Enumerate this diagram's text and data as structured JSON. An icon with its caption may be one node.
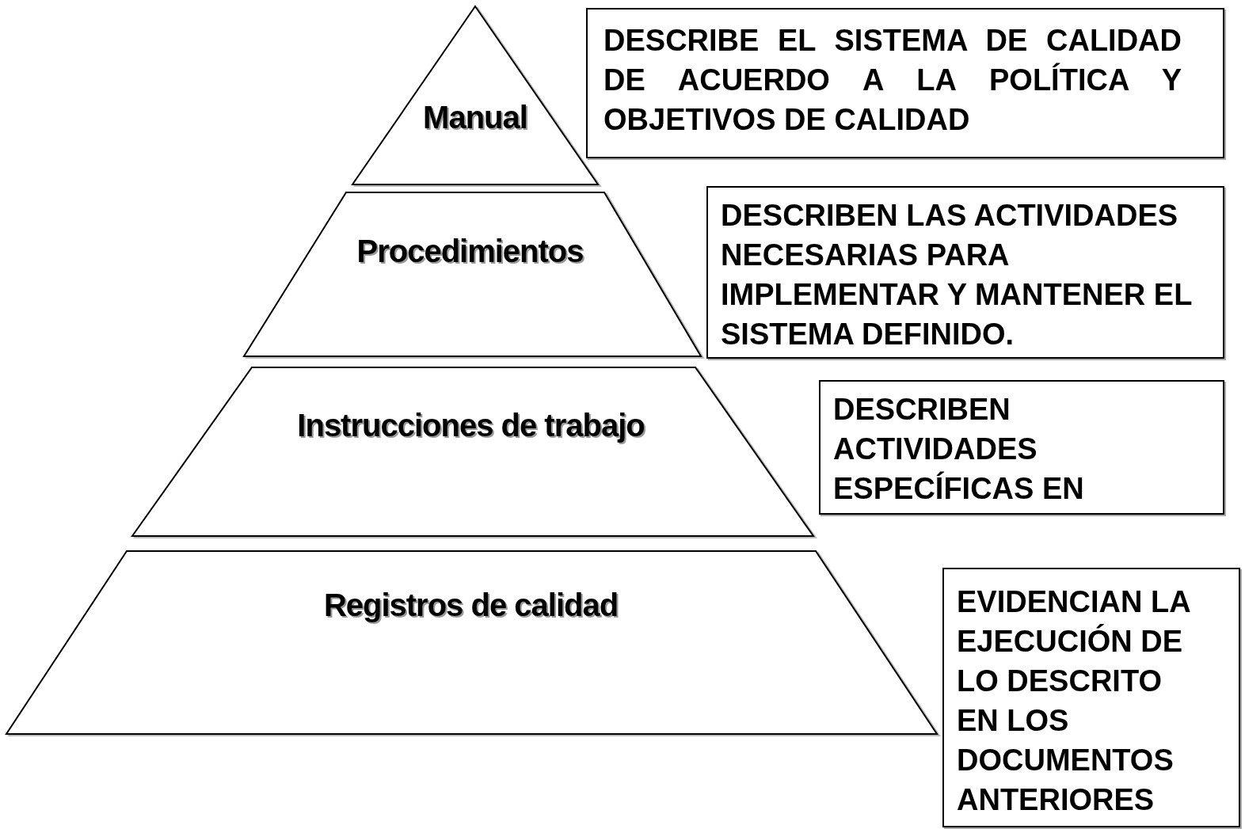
{
  "diagram": {
    "nodes": [
      {
        "text": [
          "Manual"
        ]
      },
      {
        "text": [
          "Procedimientos"
        ]
      },
      {
        "text": [
          "Instrucciones de trabajo"
        ]
      },
      {
        "text": [
          "Registros de calidad"
        ]
      },
      {
        "text": [
          "DESCRIBE EL SISTEMA DE CALIDAD DE ACUERDO A LA POLÍTICA Y OBJETIVOS DE CALIDAD"
        ]
      },
      {
        "text": [
          "DESCRIBEN LAS ACTIVIDADES NECESARIAS PARA IMPLEMENTAR Y MANTENER EL SISTEMA DEFINIDO."
        ]
      },
      {
        "text": [
          "DESCRIBEN ACTIVIDADES ESPECÍFICAS EN"
        ]
      },
      {
        "text": [
          "EVIDENCIAN LA EJECUCIÓN DE LO DESCRITO EN LOS DOCUMENTOS ANTERIORES"
        ]
      }
    ],
    "edges": []
  }
}
